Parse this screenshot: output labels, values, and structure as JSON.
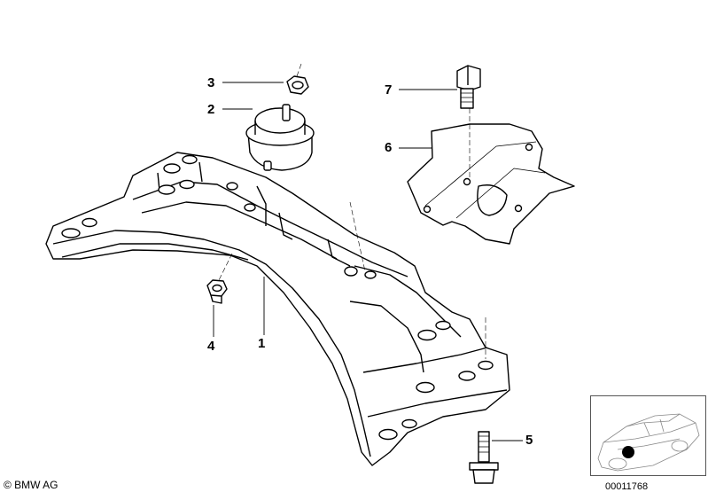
{
  "callouts": [
    {
      "id": "1",
      "label": "1"
    },
    {
      "id": "2",
      "label": "2"
    },
    {
      "id": "3",
      "label": "3"
    },
    {
      "id": "4",
      "label": "4"
    },
    {
      "id": "5",
      "label": "5"
    },
    {
      "id": "6",
      "label": "6"
    },
    {
      "id": "7",
      "label": "7"
    }
  ],
  "footer": {
    "copyright": "© BMW AG",
    "image_number": "00011768"
  }
}
